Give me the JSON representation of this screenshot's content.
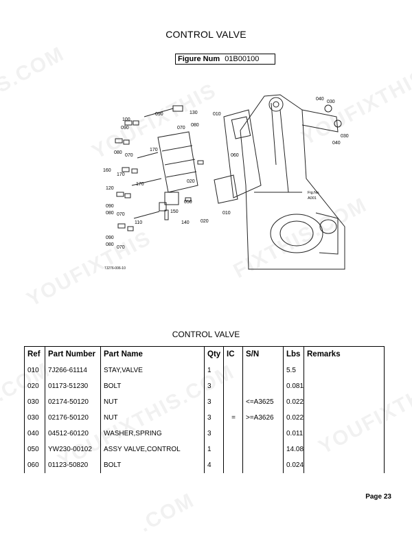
{
  "header": {
    "title": "CONTROL VALVE",
    "figure_label": "Figure Num",
    "figure_number": "01B00100"
  },
  "diagram": {
    "callouts": [
      "040",
      "030",
      "010",
      "090",
      "130",
      "100",
      "090",
      "070",
      "080",
      "080",
      "170",
      "070",
      "060",
      "160",
      "170",
      "170",
      "020",
      "120",
      "090",
      "080",
      "050",
      "070",
      "150",
      "140",
      "020",
      "010",
      "110",
      "090",
      "080",
      "070",
      "030",
      "040"
    ],
    "fig_ref": [
      "Fig.No.",
      "A001"
    ],
    "code": "7J276-006-10"
  },
  "watermark": [
    "S.COM",
    "YOUFIXTHIS",
    "YOUFIXTHIS",
    "YOUFIXTHIS",
    "FIXTHIS.COM",
    "YOUFIXTHIS.COM",
    ".COM",
    "YOUFIXTHIS",
    ".COM"
  ],
  "table": {
    "title": "CONTROL VALVE",
    "headers": [
      "Ref",
      "Part Number",
      "Part Name",
      "Qty",
      "IC",
      "S/N",
      "Lbs",
      "Remarks"
    ],
    "rows": [
      [
        "010",
        "7J266-61114",
        "STAY,VALVE",
        "1",
        "",
        "",
        "5.5",
        ""
      ],
      [
        "020",
        "01173-51230",
        "BOLT",
        "3",
        "",
        "",
        "0.081",
        ""
      ],
      [
        "030",
        "02174-50120",
        "NUT",
        "3",
        "",
        "<=A3625",
        "0.022",
        ""
      ],
      [
        "030",
        "02176-50120",
        "NUT",
        "3",
        "=",
        ">=A3626",
        "0.022",
        ""
      ],
      [
        "040",
        "04512-60120",
        "WASHER,SPRING",
        "3",
        "",
        "",
        "0.011",
        ""
      ],
      [
        "050",
        "YW230-00102",
        "ASSY VALVE,CONTROL",
        "1",
        "",
        "",
        "14.08",
        ""
      ],
      [
        "060",
        "01123-50820",
        "BOLT",
        "4",
        "",
        "",
        "0.024",
        ""
      ]
    ]
  },
  "footer": {
    "page": "Page 23"
  }
}
